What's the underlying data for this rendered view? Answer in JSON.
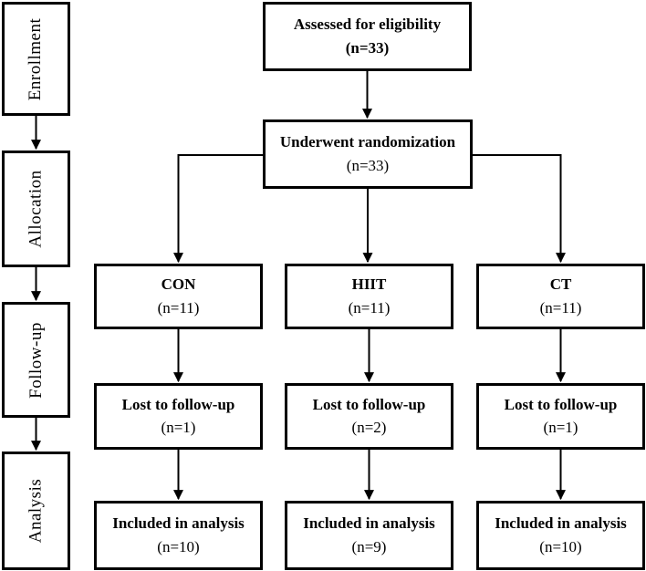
{
  "canvas": {
    "background": "#ffffff",
    "line_color": "#000000",
    "border_color": "#000000",
    "text_color": "#000000"
  },
  "stages": [
    {
      "label": "Enrollment"
    },
    {
      "label": "Allocation"
    },
    {
      "label": "Follow-up"
    },
    {
      "label": "Analysis"
    }
  ],
  "flow": {
    "assessed": {
      "title": "Assessed for eligibility",
      "count": "(n=33)"
    },
    "randomization": {
      "title": "Underwent randomization",
      "count": "(n=33)"
    },
    "groups": [
      {
        "name": "CON",
        "count": "(n=11)"
      },
      {
        "name": "HIIT",
        "count": "(n=11)"
      },
      {
        "name": "CT",
        "count": "(n=11)"
      }
    ],
    "followup": [
      {
        "title": "Lost to follow-up",
        "count": "(n=1)"
      },
      {
        "title": "Lost to follow-up",
        "count": "(n=2)"
      },
      {
        "title": "Lost to follow-up",
        "count": "(n=1)"
      }
    ],
    "analysis": [
      {
        "title": "Included in analysis",
        "count": "(n=10)"
      },
      {
        "title": "Included in analysis",
        "count": "(n=9)"
      },
      {
        "title": "Included in analysis",
        "count": "(n=10)"
      }
    ]
  }
}
